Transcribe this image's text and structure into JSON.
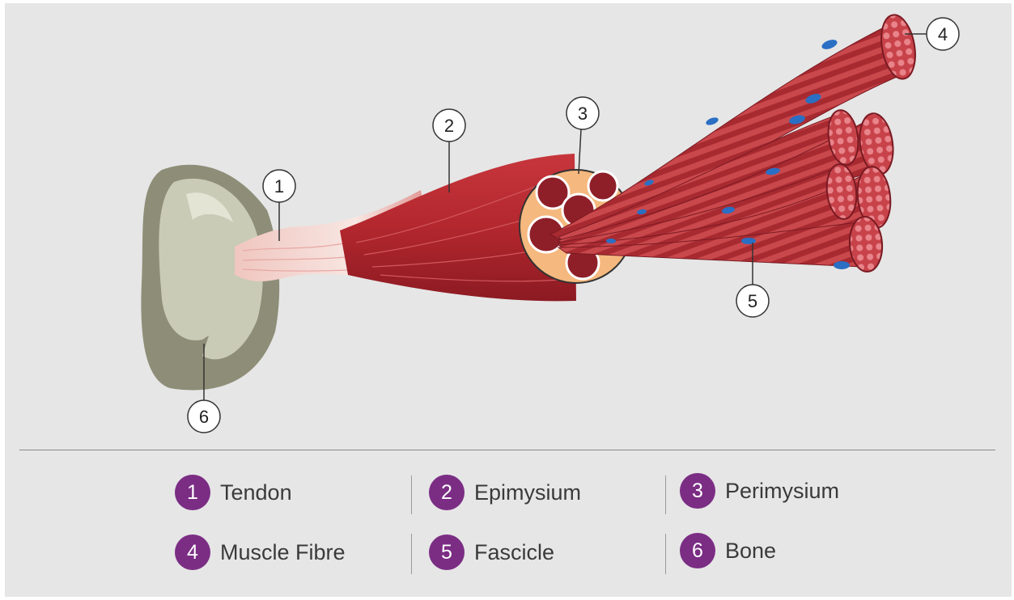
{
  "colors": {
    "background": "#e6e6e6",
    "badge": "#7b2d84",
    "muscle": "#b3272e",
    "fascicle_sheath": "#f5b87e",
    "nucleus": "#2a6fc4",
    "bone": "#8e8e78"
  },
  "callouts": [
    {
      "number": "1"
    },
    {
      "number": "2"
    },
    {
      "number": "3"
    },
    {
      "number": "4"
    },
    {
      "number": "5"
    },
    {
      "number": "6"
    }
  ],
  "legend": [
    {
      "number": "1",
      "label": "Tendon"
    },
    {
      "number": "2",
      "label": "Epimysium"
    },
    {
      "number": "3",
      "label": "Perimysium"
    },
    {
      "number": "4",
      "label": "Muscle Fibre"
    },
    {
      "number": "5",
      "label": "Fascicle"
    },
    {
      "number": "6",
      "label": "Bone"
    }
  ]
}
